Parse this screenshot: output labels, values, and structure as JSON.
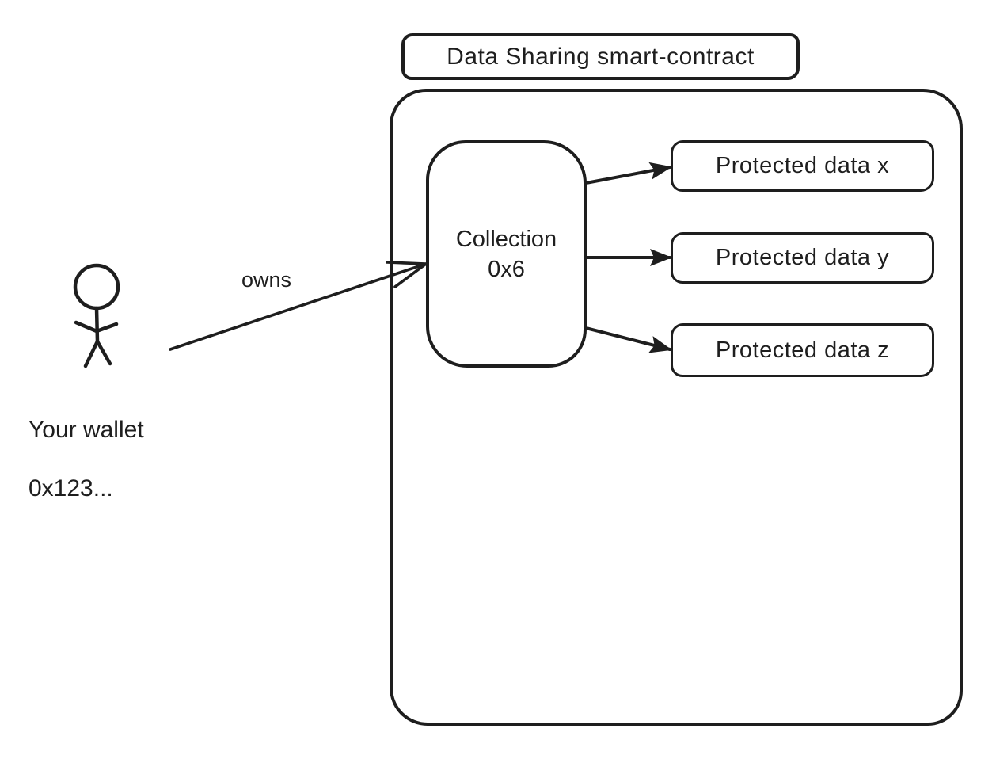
{
  "diagram": {
    "title": "Data Sharing smart-contract",
    "actor": {
      "label_line1": "Your wallet",
      "label_line2": "0x123..."
    },
    "owns_label": "owns",
    "collection": {
      "line1": "Collection",
      "line2": "0x6"
    },
    "protected_data": [
      {
        "label": "Protected data x"
      },
      {
        "label": "Protected data y"
      },
      {
        "label": "Protected data z"
      }
    ],
    "colors": {
      "stroke": "#1e1e1e",
      "background": "#ffffff"
    }
  }
}
